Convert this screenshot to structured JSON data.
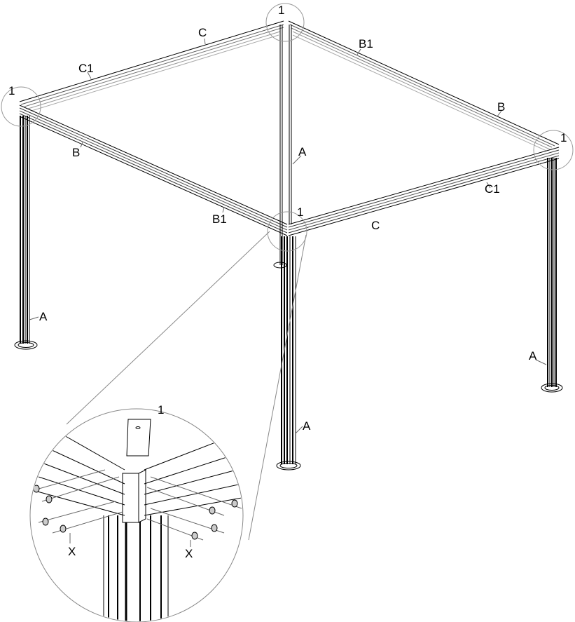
{
  "diagram": {
    "type": "assembly-drawing",
    "subject": "gazebo frame",
    "labels": {
      "post": "A",
      "beam_b": "B",
      "beam_b1": "B1",
      "beam_c": "C",
      "beam_c1": "C1",
      "corner_detail": "1",
      "screw": "X"
    },
    "parts": [
      {
        "id": "A",
        "description": "vertical post",
        "count_visible": 4
      },
      {
        "id": "B",
        "description": "side beam (left-front, right-back)"
      },
      {
        "id": "B1",
        "description": "side beam segment"
      },
      {
        "id": "C",
        "description": "front/back beam"
      },
      {
        "id": "C1",
        "description": "front/back beam segment"
      },
      {
        "id": "X",
        "description": "screws at corner connection"
      }
    ],
    "callouts": [
      {
        "label": "1",
        "location": "top-left corner"
      },
      {
        "label": "1",
        "location": "top-back corner"
      },
      {
        "label": "1",
        "location": "right corner"
      },
      {
        "label": "1",
        "location": "front corner (enlarged detail)"
      }
    ]
  }
}
